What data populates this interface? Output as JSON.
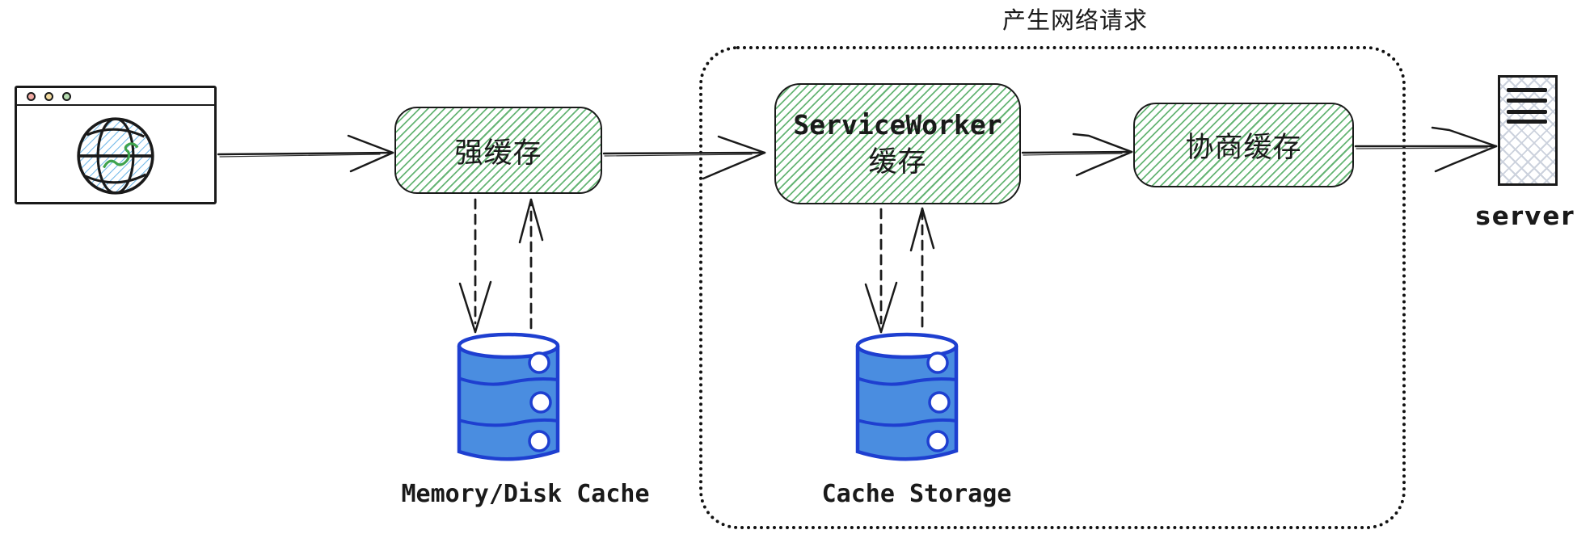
{
  "network_note": "产生网络请求",
  "nodes": {
    "strong_cache": {
      "label": "强缓存"
    },
    "service_worker": {
      "line1": "ServiceWorker",
      "line2": "缓存"
    },
    "negotiation_cache": {
      "label": "协商缓存"
    }
  },
  "stores": {
    "memory_disk": {
      "label": "Memory/Disk Cache"
    },
    "cache_storage": {
      "label": "Cache Storage"
    }
  },
  "server_label": "server",
  "icons": {
    "browser": "browser-window-with-globe-icon",
    "memory_disk_store": "database-cylinder-icon",
    "cache_storage_store": "database-cylinder-icon",
    "server": "server-tower-icon"
  },
  "colors": {
    "ink": "#1a1a1a",
    "hatch_green": "#66b575",
    "db_fill": "#4a8de0",
    "db_stroke": "#1e3fd0",
    "server_hatch": "#ccd2dd",
    "globe_hatch": "#6cb6e8",
    "land_green": "#3fa34d"
  }
}
